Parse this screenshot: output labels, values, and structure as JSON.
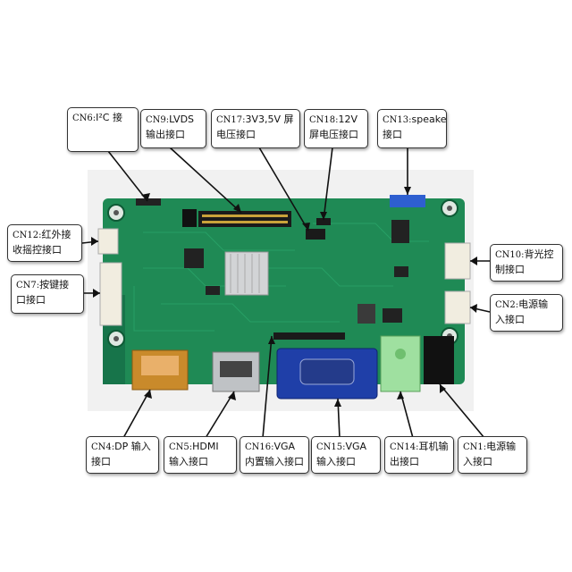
{
  "labels": {
    "cn6": {
      "code": "CN6:",
      "text": "I²C 接"
    },
    "cn9": {
      "code": "CN9:",
      "text": "LVDS 输出接口"
    },
    "cn17": {
      "code": "CN17:",
      "text": "3V3,5V 屏电压接口"
    },
    "cn18": {
      "code": "CN18:",
      "text": "12V 屏电压接口"
    },
    "cn13": {
      "code": "CN13:",
      "text": "speaker 接口"
    },
    "cn12": {
      "code": "CN12:",
      "text": "红外接收摇控接口"
    },
    "cn7": {
      "code": "CN7:",
      "text": "按键接口接口"
    },
    "cn10": {
      "code": "CN10:",
      "text": "背光控制接口"
    },
    "cn2": {
      "code": "CN2:",
      "text": "电源输入接口"
    },
    "cn4": {
      "code": "CN4:",
      "text": "DP 输入接口"
    },
    "cn5": {
      "code": "CN5:",
      "text": "HDMI 输入接口"
    },
    "cn16": {
      "code": "CN16:",
      "text": "VGA 内置输入接口"
    },
    "cn15": {
      "code": "CN15:",
      "text": "VGA 输入接口"
    },
    "cn14": {
      "code": "CN14:",
      "text": "耳机输出接口"
    },
    "cn1": {
      "code": "CN1:",
      "text": "电源输入接口"
    }
  },
  "colors": {
    "pcb": "#1f8a55",
    "pcb_dark": "#17744a",
    "vga": "#1f3fa8",
    "audio": "#9fe0a0",
    "speaker_conn": "#2e5fd0",
    "border": "#333333"
  }
}
